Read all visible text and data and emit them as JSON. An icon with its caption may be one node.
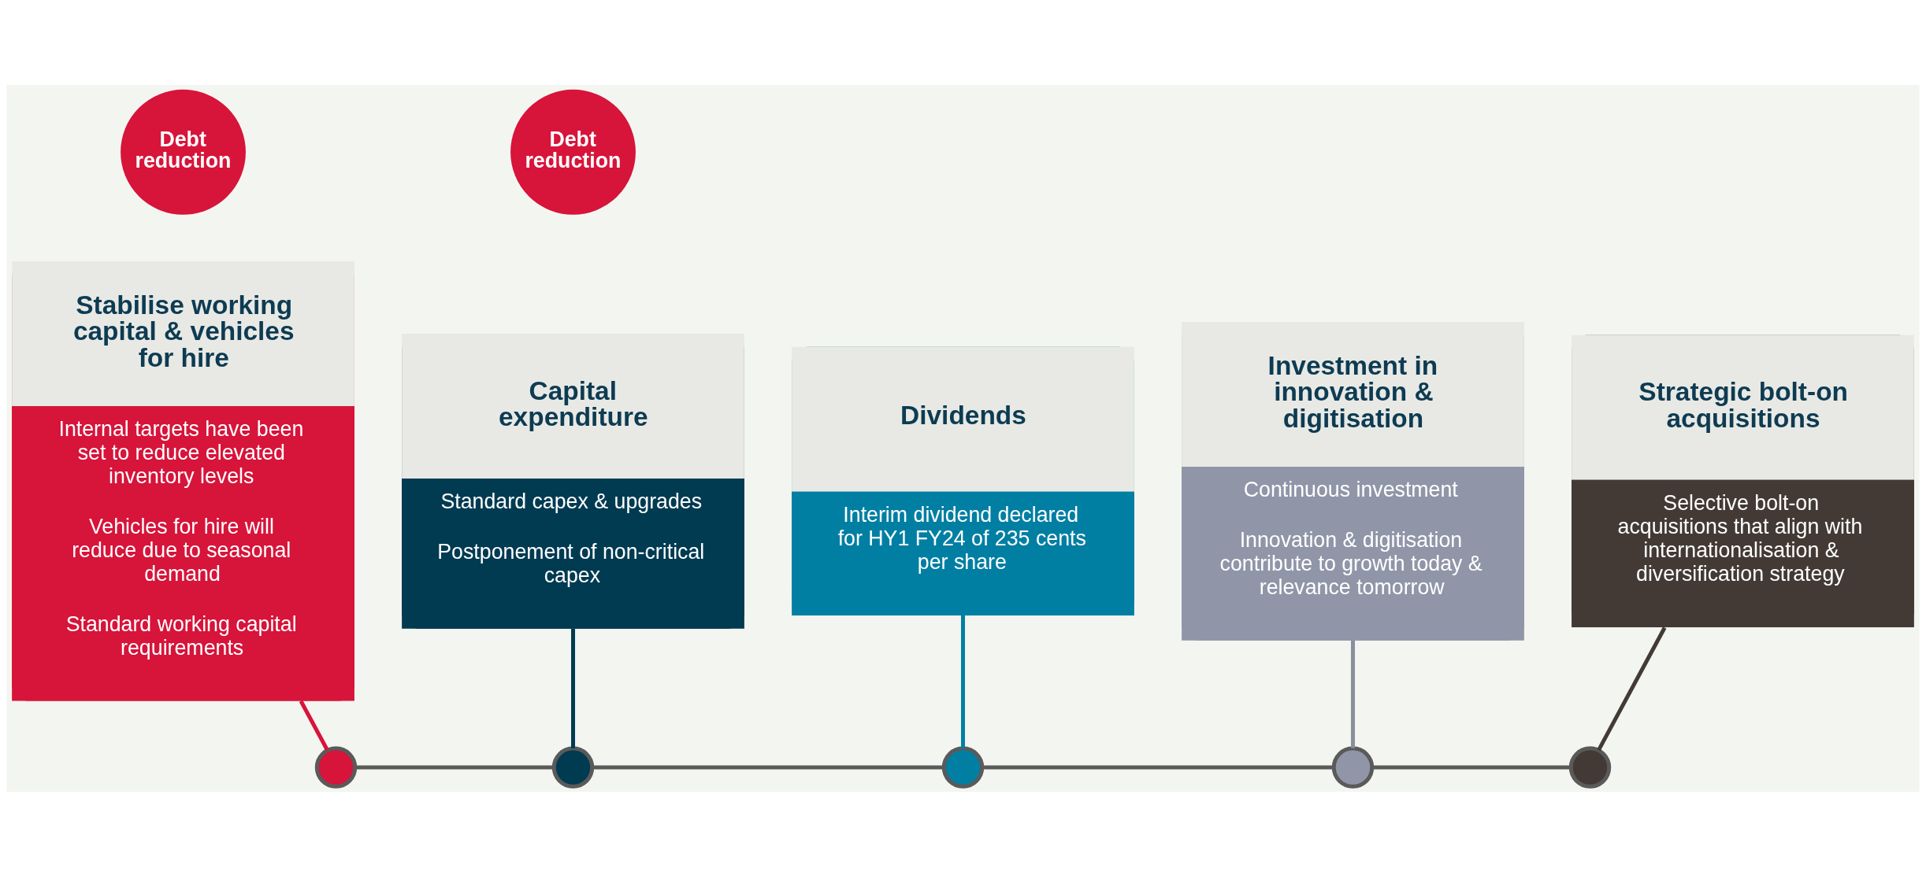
{
  "diagram": {
    "nodes": [
      {
        "text": [
          "Stabilise working capital & vehicles for hire",
          "Internal targets have been set to reduce elevated inventory levels",
          "Vehicles for hire will reduce due to seasonal demand",
          "Standard working capital requirements"
        ]
      },
      {
        "text": [
          "Debt reduction"
        ]
      },
      {
        "text": [
          "Capital expenditure",
          "Standard capex & upgrades",
          "Postponement of non-critical capex"
        ]
      },
      {
        "text": [
          "Debt reduction"
        ]
      },
      {
        "text": [
          "Dividends",
          "Interim dividend declared for HY1 FY24 of 235 cents per share"
        ]
      },
      {
        "text": [
          "Investment in innovation & digitisation",
          "Continuous investment",
          "Innovation & digitisation contribute to growth today & relevance tomorrow"
        ]
      },
      {
        "text": [
          "Strategic bolt-on acquisitions",
          "Selective bolt-on acquisitions that align with internationalisation & diversification strategy"
        ]
      },
      {
        "text": [],
        "shape": "circle"
      },
      {
        "text": [],
        "shape": "circle"
      },
      {
        "text": [],
        "shape": "circle"
      },
      {
        "text": [],
        "shape": "circle"
      },
      {
        "text": [],
        "shape": "circle"
      }
    ],
    "edges": [
      {
        "from": 0,
        "to": 7,
        "arrow": "none",
        "color": "#d7143a"
      },
      {
        "from": 2,
        "to": 8,
        "arrow": "none",
        "color": "#003b52"
      },
      {
        "from": 4,
        "to": 9,
        "arrow": "none",
        "color": "#007fa3"
      },
      {
        "from": 5,
        "to": 10,
        "arrow": "none",
        "color": "#8a8f9c"
      },
      {
        "from": 6,
        "to": 11,
        "arrow": "none",
        "color": "#433a35"
      },
      {
        "from": 7,
        "to": 8,
        "arrow": "none"
      },
      {
        "from": 8,
        "to": 9,
        "arrow": "none"
      },
      {
        "from": 9,
        "to": 10,
        "arrow": "none"
      },
      {
        "from": 10,
        "to": 11,
        "arrow": "none"
      }
    ]
  }
}
